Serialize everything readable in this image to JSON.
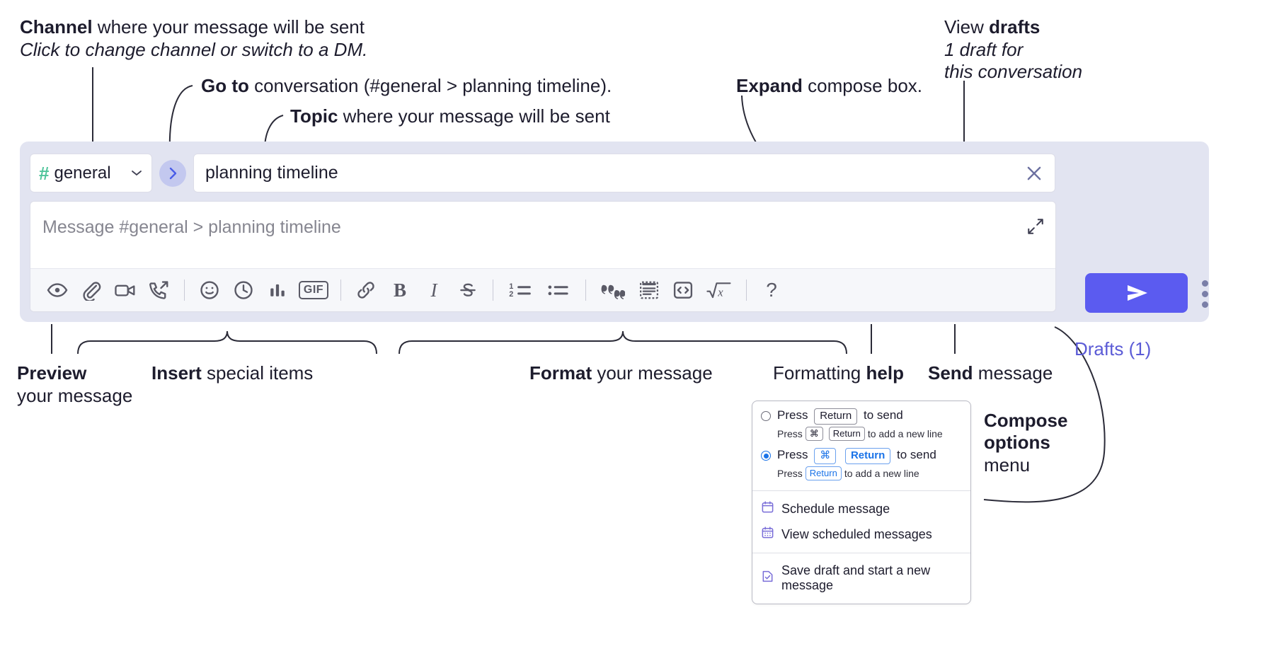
{
  "annotations": {
    "channel_line1_bold": "Channel",
    "channel_line1_rest": " where your message will be sent",
    "channel_line2": "Click to change channel or switch to a DM.",
    "goto_bold": "Go to",
    "goto_rest": " conversation (#general > planning timeline).",
    "topic_bold": "Topic",
    "topic_rest": " where your message will be sent",
    "expand_bold": "Expand",
    "expand_rest": " compose box.",
    "drafts_line1_pre": "View ",
    "drafts_line1_bold": "drafts",
    "drafts_line2": "1 draft for",
    "drafts_line3": "this conversation",
    "preview_bold": "Preview",
    "preview_line2": "your message",
    "insert_bold": "Insert",
    "insert_rest": " special items",
    "format_bold": "Format",
    "format_rest": " your message",
    "help_pre": "Formatting ",
    "help_bold": "help",
    "send_bold": "Send",
    "send_rest": " message",
    "compose_line1": "Compose",
    "compose_line2": "options",
    "compose_line3": "menu"
  },
  "compose": {
    "channel_name": "general",
    "channel_hash": "#",
    "goto_icon": "chevron-right-icon",
    "topic_value": "planning timeline",
    "topic_clear_icon": "close-icon",
    "message_placeholder": "Message #general > planning timeline",
    "expand_icon": "expand-icon",
    "drafts_label": "Drafts (1)",
    "close_icon": "close-icon",
    "send_icon": "send-paper-plane-icon",
    "options_icon": "kebab-vertical-icon",
    "accent_color": "#5b5bf0",
    "panel_color": "#e2e4f1",
    "hash_color": "#4ec49a",
    "drafts_color": "#5b5bd6",
    "toolbar": [
      {
        "name": "preview-icon",
        "label": "Preview"
      },
      {
        "name": "attachment-icon",
        "label": "Attach file"
      },
      {
        "name": "video-icon",
        "label": "Record video clip"
      },
      {
        "name": "huddle-phone-icon",
        "label": "Huddle"
      },
      {
        "name": "emoji-icon",
        "label": "Emoji"
      },
      {
        "name": "clock-icon",
        "label": "Reminder"
      },
      {
        "name": "poll-bars-icon",
        "label": "Poll"
      },
      {
        "name": "gif-icon",
        "label": "GIF"
      },
      {
        "name": "link-icon",
        "label": "Link"
      },
      {
        "name": "bold-icon",
        "label": "Bold"
      },
      {
        "name": "italic-icon",
        "label": "Italic"
      },
      {
        "name": "strikethrough-icon",
        "label": "Strikethrough"
      },
      {
        "name": "ordered-list-icon",
        "label": "Ordered list"
      },
      {
        "name": "bulleted-list-icon",
        "label": "Bulleted list"
      },
      {
        "name": "blockquote-icon",
        "label": "Blockquote"
      },
      {
        "name": "code-block-icon",
        "label": "Code block"
      },
      {
        "name": "inline-code-icon",
        "label": "Code"
      },
      {
        "name": "math-icon",
        "label": "Math"
      },
      {
        "name": "help-icon",
        "label": "Formatting help"
      }
    ]
  },
  "menu": {
    "option1": {
      "press": "Press",
      "key": "Return",
      "to_send": "to send",
      "sub_press": "Press",
      "sub_key1": "⌘",
      "sub_key2": "Return",
      "sub_rest": "to add a new line",
      "selected": false
    },
    "option2": {
      "press": "Press",
      "key1": "⌘",
      "key2": "Return",
      "to_send": "to send",
      "sub_press": "Press",
      "sub_key": "Return",
      "sub_rest": "to add a new line",
      "selected": true
    },
    "items": [
      {
        "icon": "calendar-schedule-icon",
        "label": "Schedule message"
      },
      {
        "icon": "calendar-grid-icon",
        "label": "View scheduled messages"
      },
      {
        "icon": "save-draft-icon",
        "label": "Save draft and start a new message"
      }
    ]
  }
}
